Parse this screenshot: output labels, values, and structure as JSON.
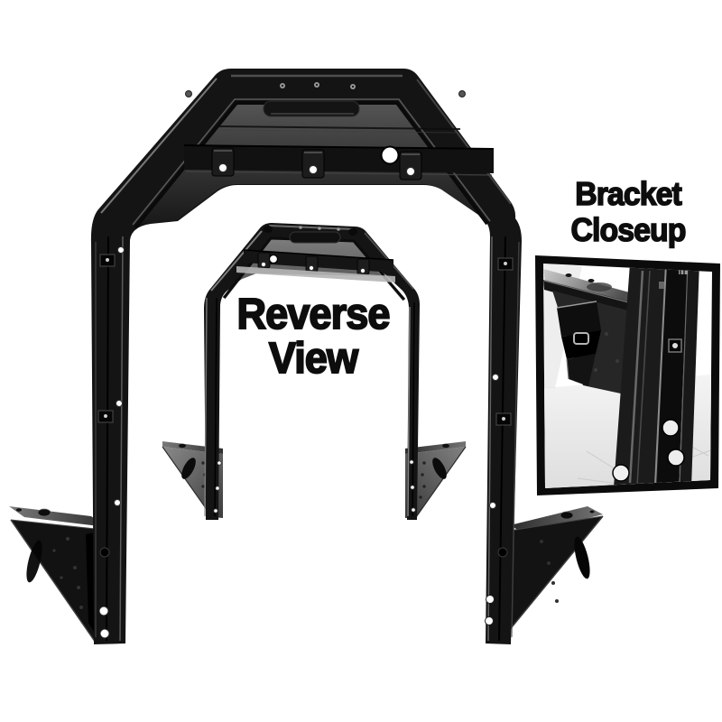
{
  "image": {
    "background_color": "#ffffff",
    "labels": {
      "reverse_view": {
        "line1": "Reverse",
        "line2": "View"
      },
      "bracket_closeup": {
        "line1": "Bracket",
        "line2": "Closeup"
      }
    },
    "colors": {
      "background_color": "#ffffff",
      "part_black": "#141414",
      "panel_gray": "#3a3a3a",
      "label_text": "#0d0d0d",
      "inset_border": "#0b0b0b",
      "floor_gray": "#e6e6e6"
    }
  }
}
